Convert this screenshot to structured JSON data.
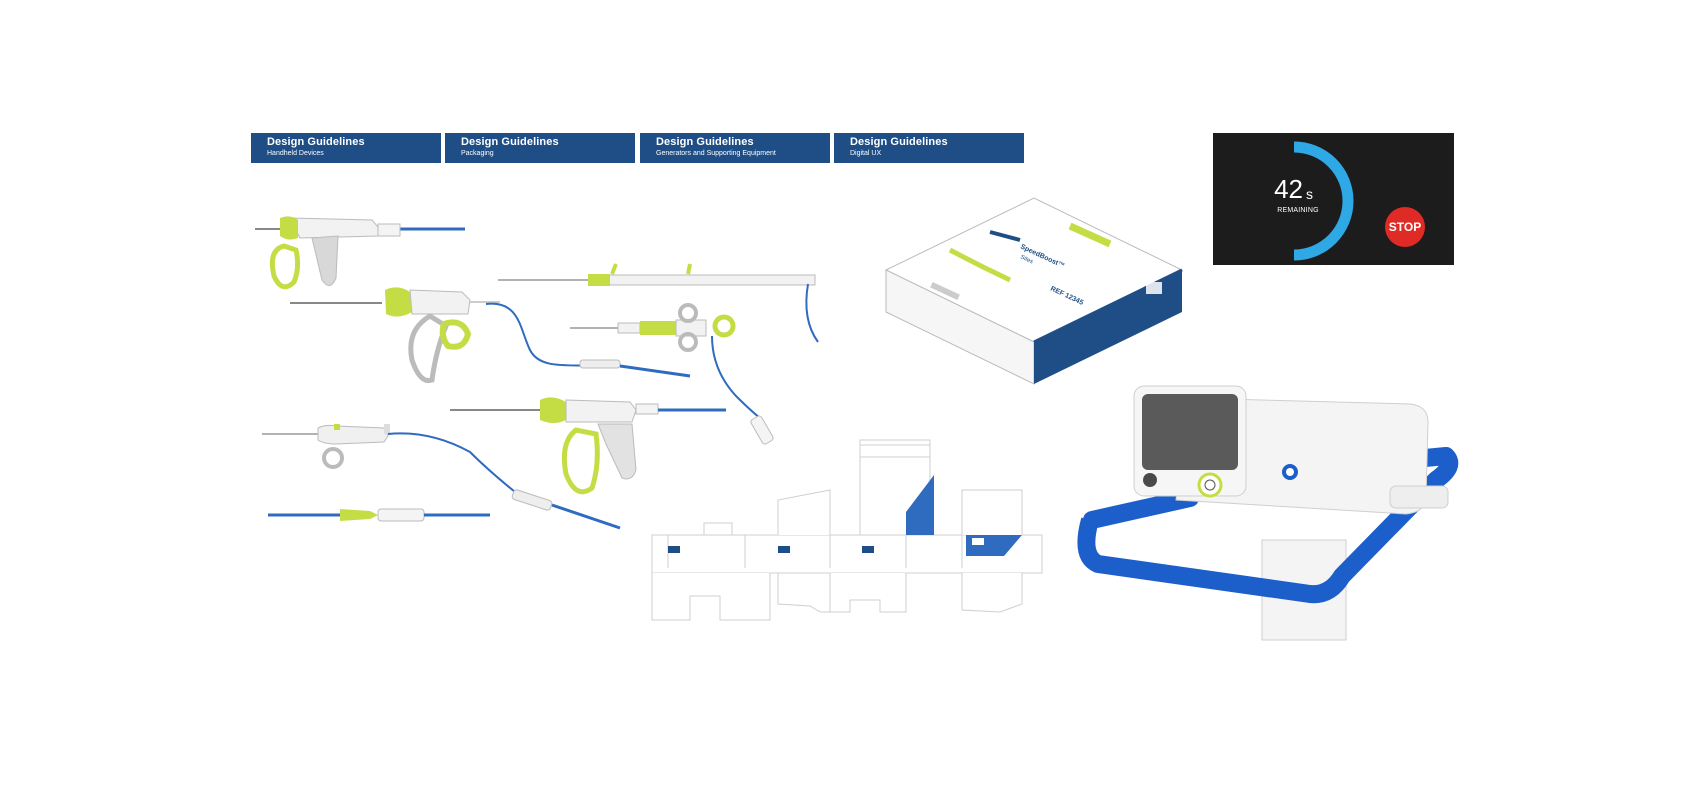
{
  "banners": [
    {
      "title": "Design Guidelines",
      "subtitle": "Handheld Devices"
    },
    {
      "title": "Design Guidelines",
      "subtitle": "Packaging"
    },
    {
      "title": "Design Guidelines",
      "subtitle": "Generators and Supporting Equipment"
    },
    {
      "title": "Design Guidelines",
      "subtitle": "Digital UX"
    }
  ],
  "digital_ux": {
    "timer_value": "42",
    "timer_unit": "s",
    "timer_label": "REMAINING",
    "stop_label": "STOP"
  },
  "packaging_box": {
    "product_name": "SpeedBoost™",
    "product_sub": "Sites",
    "ref_label": "REF 12345"
  },
  "colors": {
    "banner_blue": "#1f4e86",
    "accent_lime": "#c5dd45",
    "cable_blue": "#2f6bbf",
    "cart_blue": "#1c5fcb",
    "timer_arc": "#2fa8e6",
    "stop_red": "#e02a26",
    "panel_dark": "#1c1c1c"
  }
}
